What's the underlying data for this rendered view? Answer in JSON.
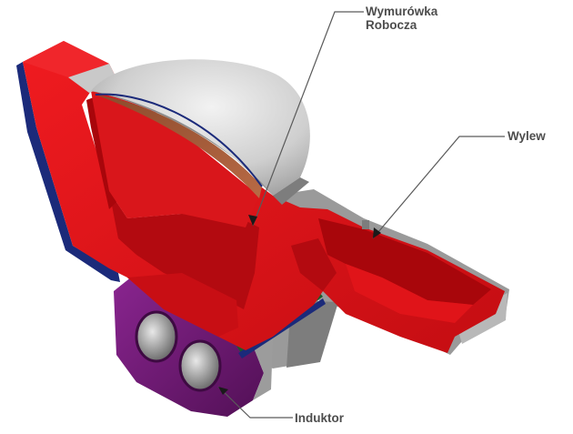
{
  "labels": {
    "lining_line1": "Wymurówka",
    "lining_line2": "Robocza",
    "spout": "Wylew",
    "inductor": "Induktor"
  },
  "colors": {
    "refractory_red": "#e0141a",
    "red_dark": "#a8060b",
    "red_shadow": "#7a0006",
    "steel_gray": "#c9c9c9",
    "steel_dark": "#7d7d7d",
    "inductor_purple": "#6a1670",
    "leader_line": "#5a5a5a",
    "label_text": "#4d4d4d"
  }
}
